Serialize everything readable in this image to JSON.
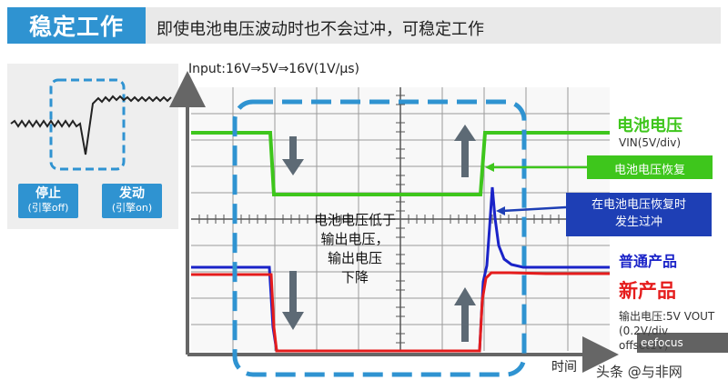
{
  "header": {
    "title": "稳定工作",
    "subtitle": "即使电池电压波动时也不会过冲，可稳定工作"
  },
  "legend_panel": {
    "stop_main": "停止",
    "stop_sub": "(引擎off)",
    "start_main": "发动",
    "start_sub": "(引擎on)"
  },
  "scope": {
    "input_label": "Input:16V⇒5V⇒16V(1V/μs)",
    "time_label": "时间",
    "vin_title": "电池电压",
    "vin_scale": "VIN(5V/div)",
    "recover_callout": "电池电压恢复",
    "overshoot_callout_1": "在电池电压恢复时",
    "overshoot_callout_2": "发生过冲",
    "normal_product": "普通产品",
    "new_product": "新产品",
    "vout_line1": "输出电压:5V VOUT",
    "vout_line2": "(0.2V/div",
    "vout_line3": "offset1V)",
    "note_line1": "电池电压低于",
    "note_line2": "输出电压，",
    "note_line3": "输出电压",
    "note_line4": "下降"
  },
  "watermark": {
    "logo": "eefocus",
    "text": "头条 @与非网"
  },
  "colors": {
    "accent": "#2f93d1",
    "vin_green": "#3ec61c",
    "normal_blue": "#1a23c8",
    "new_red": "#e51c1c",
    "callout_blue": "#1e3fb5"
  }
}
